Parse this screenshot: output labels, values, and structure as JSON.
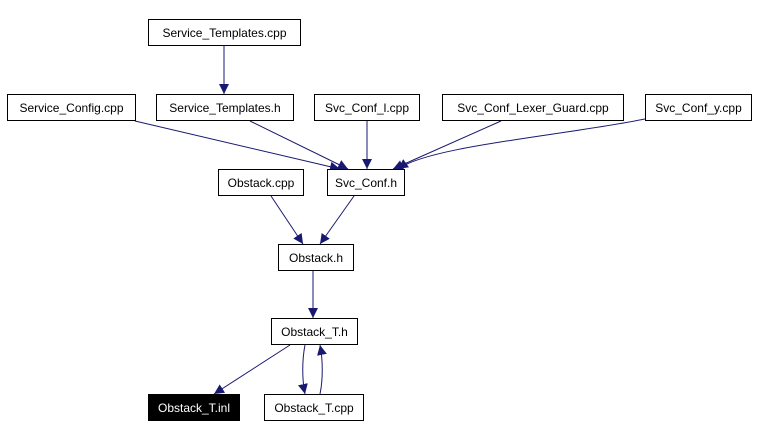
{
  "graph": {
    "edge_color": "#191970",
    "nodes": [
      {
        "id": "service_templates_cpp",
        "label": "Service_Templates.cpp",
        "highlight": false
      },
      {
        "id": "service_config_cpp",
        "label": "Service_Config.cpp",
        "highlight": false
      },
      {
        "id": "service_templates_h",
        "label": "Service_Templates.h",
        "highlight": false
      },
      {
        "id": "svc_conf_l_cpp",
        "label": "Svc_Conf_l.cpp",
        "highlight": false
      },
      {
        "id": "svc_conf_lexer_guard_cpp",
        "label": "Svc_Conf_Lexer_Guard.cpp",
        "highlight": false
      },
      {
        "id": "svc_conf_y_cpp",
        "label": "Svc_Conf_y.cpp",
        "highlight": false
      },
      {
        "id": "obstack_cpp",
        "label": "Obstack.cpp",
        "highlight": false
      },
      {
        "id": "svc_conf_h",
        "label": "Svc_Conf.h",
        "highlight": false
      },
      {
        "id": "obstack_h",
        "label": "Obstack.h",
        "highlight": false
      },
      {
        "id": "obstack_t_h",
        "label": "Obstack_T.h",
        "highlight": false
      },
      {
        "id": "obstack_t_inl",
        "label": "Obstack_T.inl",
        "highlight": true
      },
      {
        "id": "obstack_t_cpp",
        "label": "Obstack_T.cpp",
        "highlight": false
      }
    ],
    "edges": [
      {
        "from": "service_templates_cpp",
        "to": "service_templates_h"
      },
      {
        "from": "service_config_cpp",
        "to": "svc_conf_h"
      },
      {
        "from": "service_templates_h",
        "to": "svc_conf_h"
      },
      {
        "from": "svc_conf_l_cpp",
        "to": "svc_conf_h"
      },
      {
        "from": "svc_conf_lexer_guard_cpp",
        "to": "svc_conf_h"
      },
      {
        "from": "svc_conf_y_cpp",
        "to": "svc_conf_h"
      },
      {
        "from": "obstack_cpp",
        "to": "obstack_h"
      },
      {
        "from": "svc_conf_h",
        "to": "obstack_h"
      },
      {
        "from": "obstack_h",
        "to": "obstack_t_h"
      },
      {
        "from": "obstack_t_h",
        "to": "obstack_t_inl"
      },
      {
        "from": "obstack_t_h",
        "to": "obstack_t_cpp"
      },
      {
        "from": "obstack_t_cpp",
        "to": "obstack_t_h"
      }
    ]
  }
}
